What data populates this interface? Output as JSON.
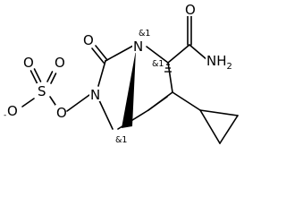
{
  "labels": {
    "o_sulfate_left_top": "O",
    "o_sulfate_right_top": "O",
    "s": "S",
    "o_minus": "O",
    "minus": "-",
    "o_ester": "O",
    "n_amide": "N",
    "o_carbonyl": "O",
    "n_bridge": "N",
    "stereo_n": "&1",
    "stereo_c2": "&1",
    "stereo_c5": "&1",
    "o_amide": "O",
    "nh2": "NH2"
  }
}
